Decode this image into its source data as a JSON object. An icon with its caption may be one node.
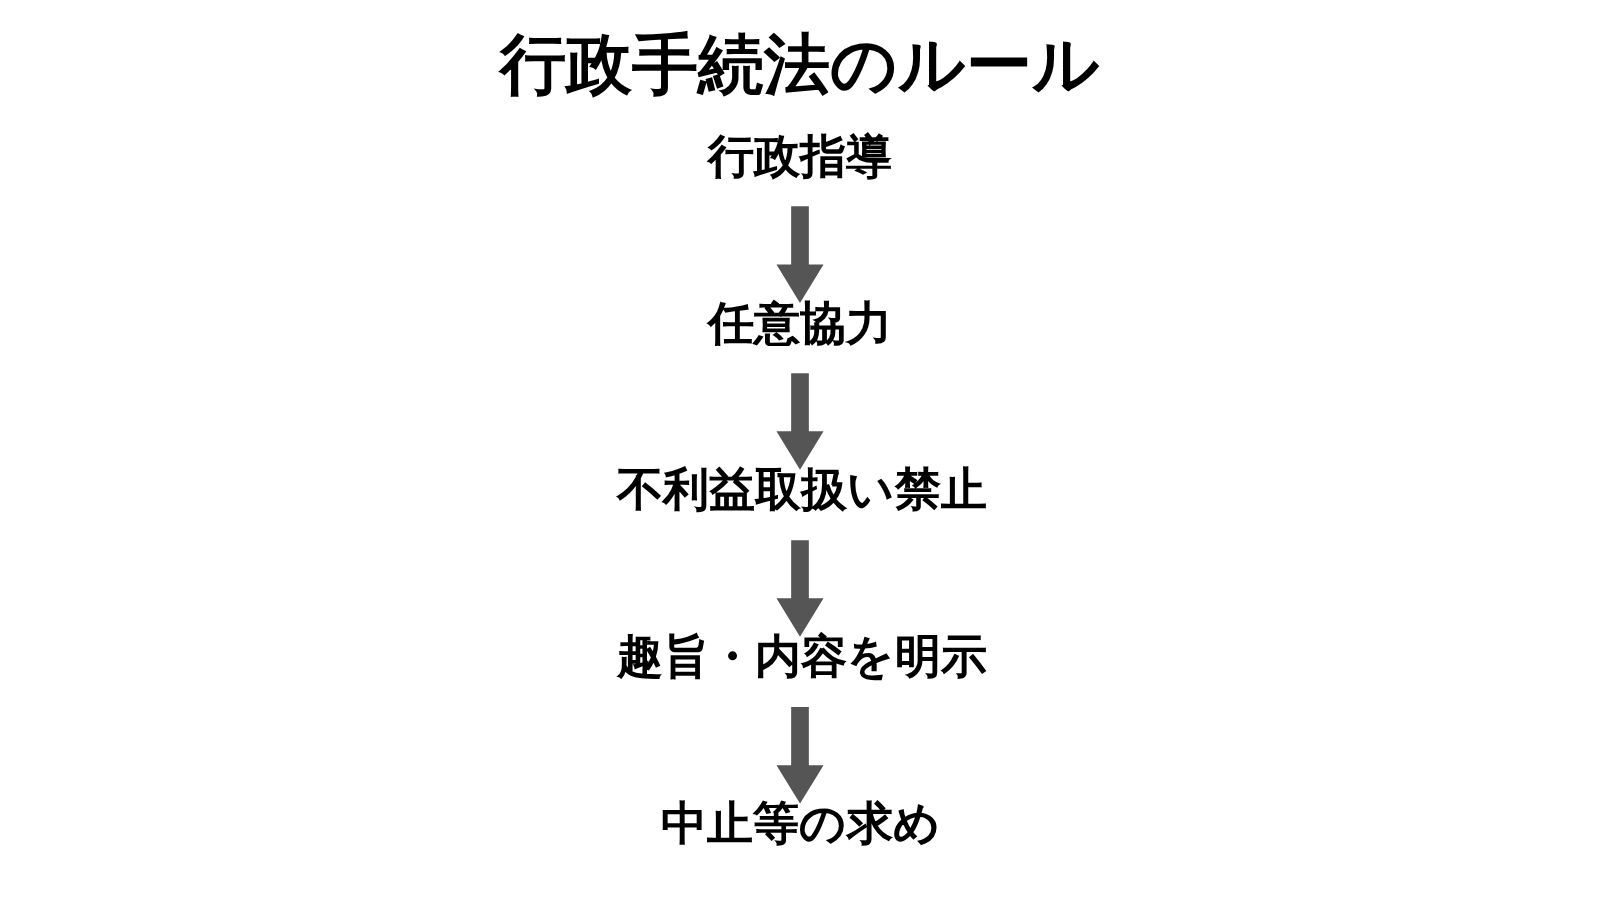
{
  "diagram": {
    "title": "行政手続法のルール",
    "nodes": [
      {
        "text": [
          "行政指導"
        ]
      },
      {
        "text": [
          "任意協力"
        ]
      },
      {
        "text": [
          "不利益取扱い禁止"
        ]
      },
      {
        "text": [
          "趣旨・内容を明示"
        ]
      },
      {
        "text": [
          "中止等の求め"
        ]
      }
    ],
    "edges": [
      {
        "from": 0,
        "to": 1,
        "arrow": "to"
      },
      {
        "from": 1,
        "to": 2,
        "arrow": "to"
      },
      {
        "from": 2,
        "to": 3,
        "arrow": "to"
      },
      {
        "from": 3,
        "to": 4,
        "arrow": "to"
      }
    ]
  }
}
